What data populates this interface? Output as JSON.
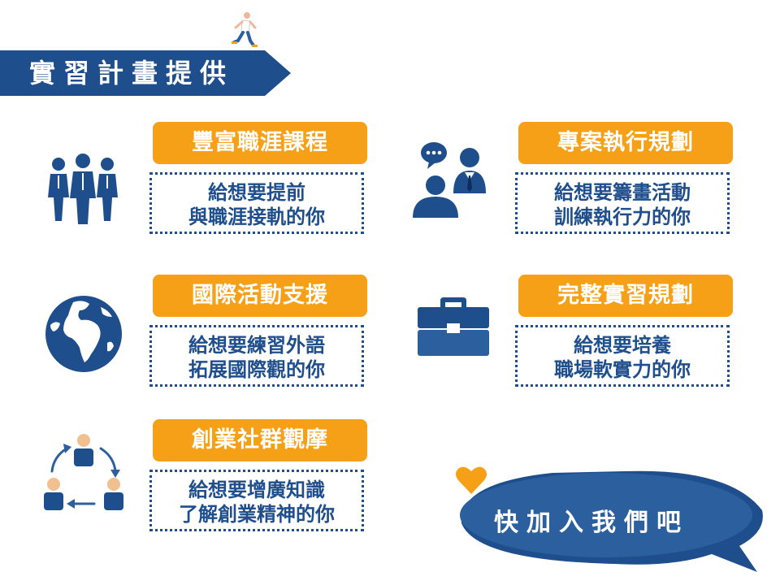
{
  "header": {
    "title": "實習計畫提供",
    "icon": "runner-icon"
  },
  "cards": [
    {
      "title": "豐富職涯課程",
      "lines": [
        "給想要提前",
        "與職涯接軌的你"
      ],
      "icon": "team-people-icon"
    },
    {
      "title": "專案執行規劃",
      "lines": [
        "給想要籌畫活動",
        "訓練執行力的你"
      ],
      "icon": "consultation-icon"
    },
    {
      "title": "國際活動支援",
      "lines": [
        "給想要練習外語",
        "拓展國際觀的你"
      ],
      "icon": "globe-icon"
    },
    {
      "title": "完整實習規劃",
      "lines": [
        "給想要培養",
        "職場軟實力的你"
      ],
      "icon": "briefcase-icon"
    },
    {
      "title": "創業社群觀摩",
      "lines": [
        "給想要增廣知識",
        "了解創業精神的你"
      ],
      "icon": "community-cycle-icon"
    }
  ],
  "cta": {
    "label": "快加入我們吧",
    "icon": "heart-icon"
  },
  "colors": {
    "primary_blue": "#1f4e8c",
    "orange": "#f5a016",
    "white": "#ffffff"
  }
}
